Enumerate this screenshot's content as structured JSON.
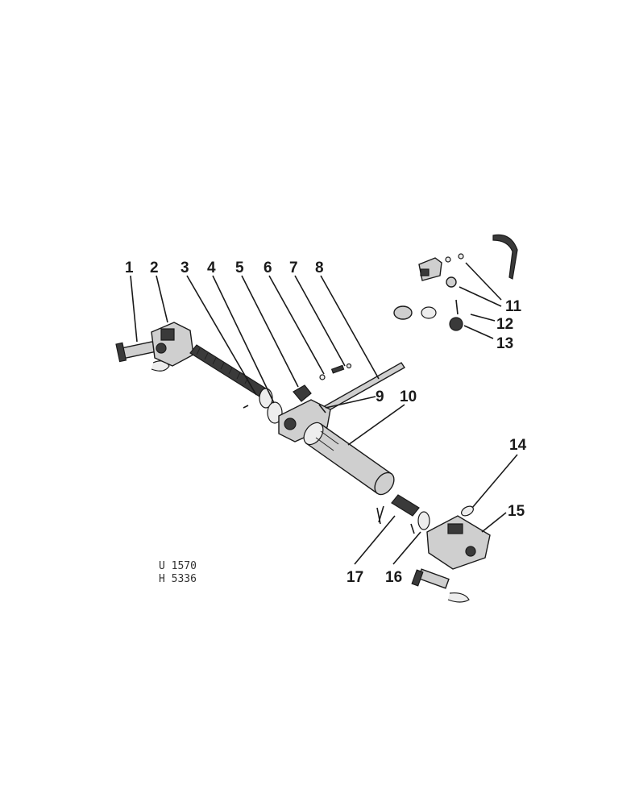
{
  "figure": {
    "callouts": [
      {
        "id": "c1",
        "label": "1"
      },
      {
        "id": "c2",
        "label": "2"
      },
      {
        "id": "c3",
        "label": "3"
      },
      {
        "id": "c4",
        "label": "4"
      },
      {
        "id": "c5",
        "label": "5"
      },
      {
        "id": "c6",
        "label": "6"
      },
      {
        "id": "c7",
        "label": "7"
      },
      {
        "id": "c8",
        "label": "8"
      },
      {
        "id": "c9",
        "label": "9"
      },
      {
        "id": "c10",
        "label": "10"
      },
      {
        "id": "c11",
        "label": "11"
      },
      {
        "id": "c12",
        "label": "12"
      },
      {
        "id": "c13",
        "label": "13"
      },
      {
        "id": "c14",
        "label": "14"
      },
      {
        "id": "c15",
        "label": "15"
      },
      {
        "id": "c16",
        "label": "16"
      },
      {
        "id": "c17",
        "label": "17"
      }
    ],
    "reference_codes": [
      "U 1570",
      "H 5336"
    ]
  }
}
